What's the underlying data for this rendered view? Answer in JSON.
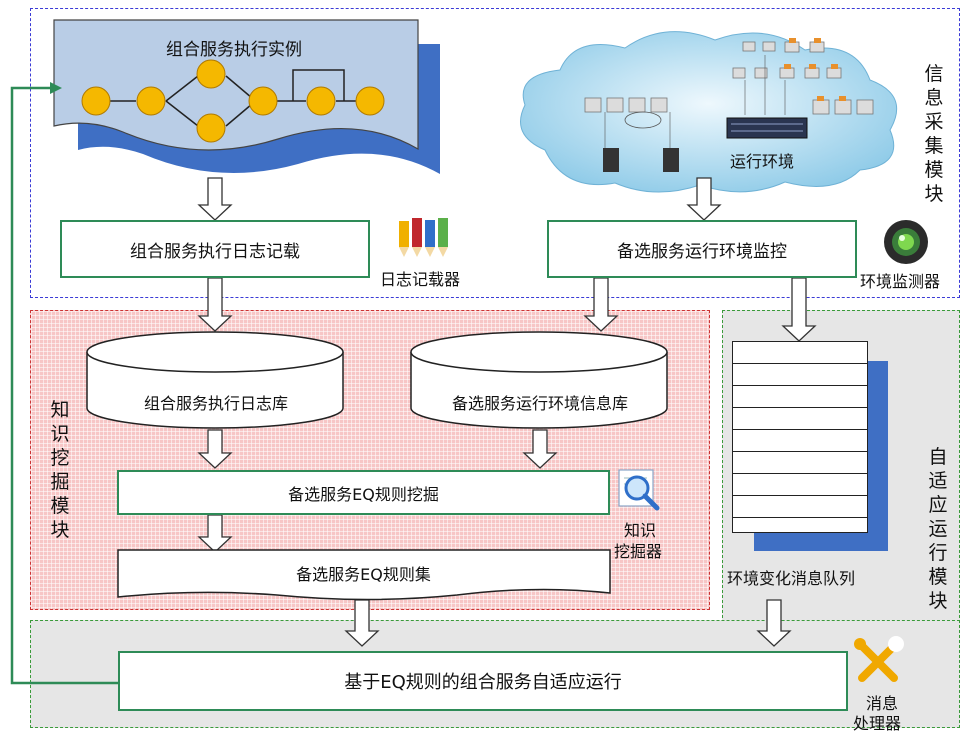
{
  "modules": {
    "info_collection": "信息采集模块",
    "knowledge_mining": "知识挖掘模块",
    "adaptive_run": "自适应运行模块"
  },
  "instance": {
    "title": "组合服务执行实例"
  },
  "environment": {
    "label": "运行环境"
  },
  "boxes": {
    "exec_log_record": "组合服务执行日志记载",
    "env_monitor": "备选服务运行环境监控",
    "eq_mining": "备选服务EQ规则挖掘",
    "eq_rule_set": "备选服务EQ规则集",
    "adaptive_run": "基于EQ规则的组合服务自适应运行"
  },
  "databases": {
    "exec_log_db": "组合服务执行日志库",
    "env_info_db": "备选服务运行环境信息库"
  },
  "tools": {
    "logger": "日志记载器",
    "env_monitor_device": "环境监测器",
    "miner_line1": "知识",
    "miner_line2": "挖掘器",
    "handler_line1": "消息",
    "handler_line2": "处理器"
  },
  "queue": {
    "label": "环境变化消息队列",
    "slot_count": 9
  },
  "colors": {
    "box_border": "#2e8b57",
    "info_border": "#3b3bd6",
    "knowledge_border": "#cc3333",
    "adaptive_border": "#3a9a3a",
    "node_fill": "#f5b800",
    "doc_fill": "#b9cde6",
    "queue_shadow": "#3f6fc4"
  }
}
